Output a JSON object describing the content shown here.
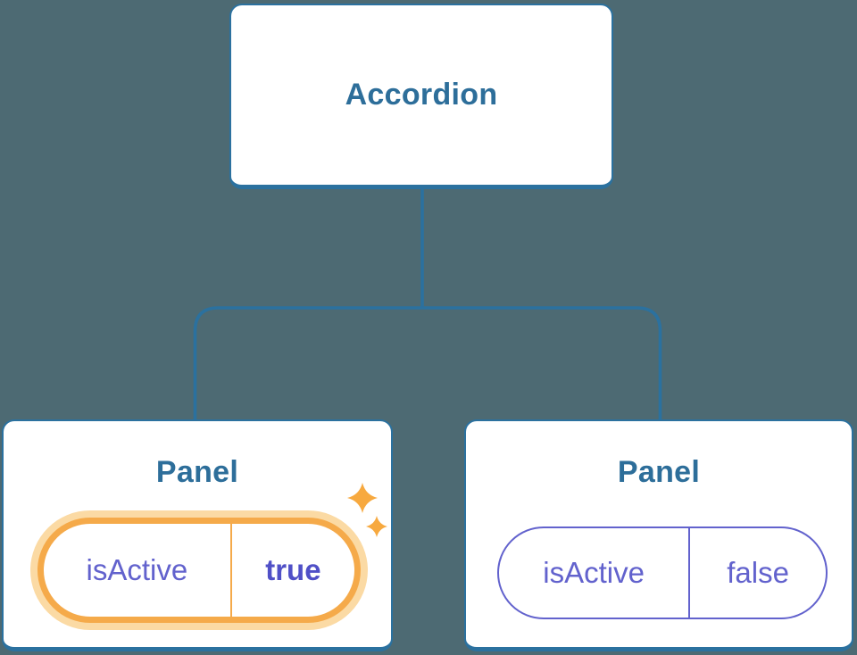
{
  "colors": {
    "background": "#4D6A73",
    "box_fill": "#FFFFFF",
    "tree_blue": "#2B719F",
    "label_blue": "#2D6E9A",
    "state_purple": "#6262CD",
    "state_value_bold": "#5050C7",
    "active_orange": "#F5AA4A",
    "active_halo": "#FBDAA4",
    "sparkle_orange": "#F7A93F"
  },
  "icons": {
    "active_indicator": "sparkles-icon"
  },
  "tree": {
    "root": {
      "label": "Accordion"
    },
    "children": [
      {
        "label": "Panel",
        "active": true,
        "state": {
          "name": "isActive",
          "value": "true"
        }
      },
      {
        "label": "Panel",
        "active": false,
        "state": {
          "name": "isActive",
          "value": "false"
        }
      }
    ]
  }
}
